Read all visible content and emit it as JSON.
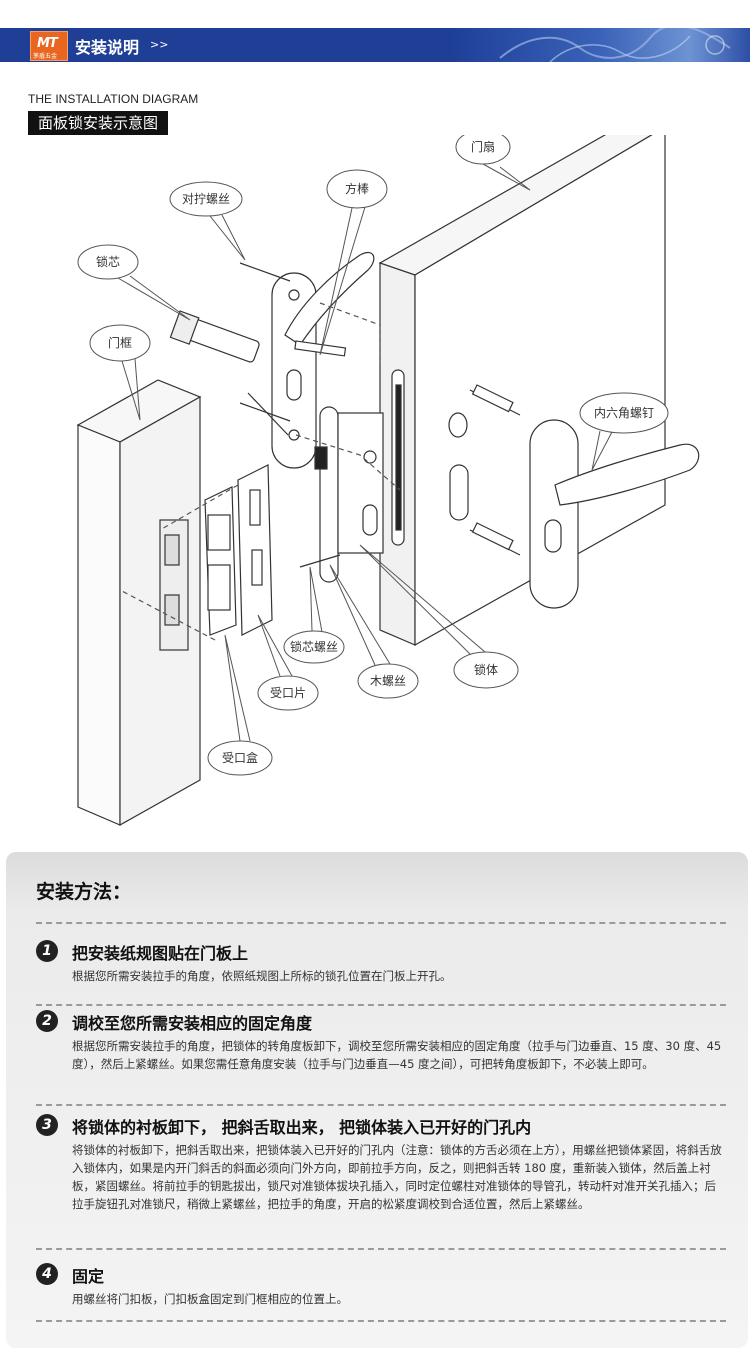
{
  "header": {
    "logo_text": "MT",
    "logo_sub": "茅盾五金",
    "title": "安装说明",
    "arrows": ">>"
  },
  "diagram": {
    "title_en": "THE INSTALLATION DIAGRAM",
    "title_cn": "面板锁安装示意图",
    "labels": {
      "door_leaf": "门扇",
      "square_bar": "方棒",
      "counter_screw": "对拧螺丝",
      "lock_core": "锁芯",
      "door_frame": "门框",
      "hex_screw": "内六角螺钉",
      "core_screw": "锁芯螺丝",
      "strike_plate": "受口片",
      "wood_screw": "木螺丝",
      "lock_body": "锁体",
      "strike_box": "受口盒"
    }
  },
  "method": {
    "title": "安装方法：",
    "steps": [
      {
        "num": "1",
        "head": "把安装纸规图贴在门板上",
        "body": "根据您所需安装拉手的角度，依照纸规图上所标的锁孔位置在门板上开孔。"
      },
      {
        "num": "2",
        "head": "调校至您所需安装相应的固定角度",
        "body": "根据您所需安装拉手的角度，把锁体的转角度板卸下，调校至您所需安装相应的固定角度（拉手与门边垂直、15 度、30 度、45 度），然后上紧螺丝。如果您需任意角度安装（拉手与门边垂直—45 度之间），可把转角度板卸下，不必装上即可。"
      },
      {
        "num": "3",
        "head": "将锁体的衬板卸下，   把斜舌取出来，   把锁体装入已开好的门孔内",
        "body": "将锁体的衬板卸下，把斜舌取出来，把锁体装入已开好的门孔内（注意：锁体的方舌必须在上方），用螺丝把锁体紧固，将斜舌放入锁体内，如果是内开门斜舌的斜面必须向门外方向，即前拉手方向，反之，则把斜舌转 180 度，重新装入锁体，然后盖上衬板，紧固螺丝。将前拉手的钥匙拔出，锁尺对准锁体拔块孔插入，同时定位螺柱对准锁体的导管孔，转动杆对准开关孔插入；后拉手旋钮孔对准锁尺，稍微上紧螺丝，把拉手的角度，开启的松紧度调校到合适位置，然后上紧螺丝。"
      },
      {
        "num": "4",
        "head": "固定",
        "body": "用螺丝将门扣板，门扣板盒固定到门框相应的位置上。"
      }
    ]
  }
}
